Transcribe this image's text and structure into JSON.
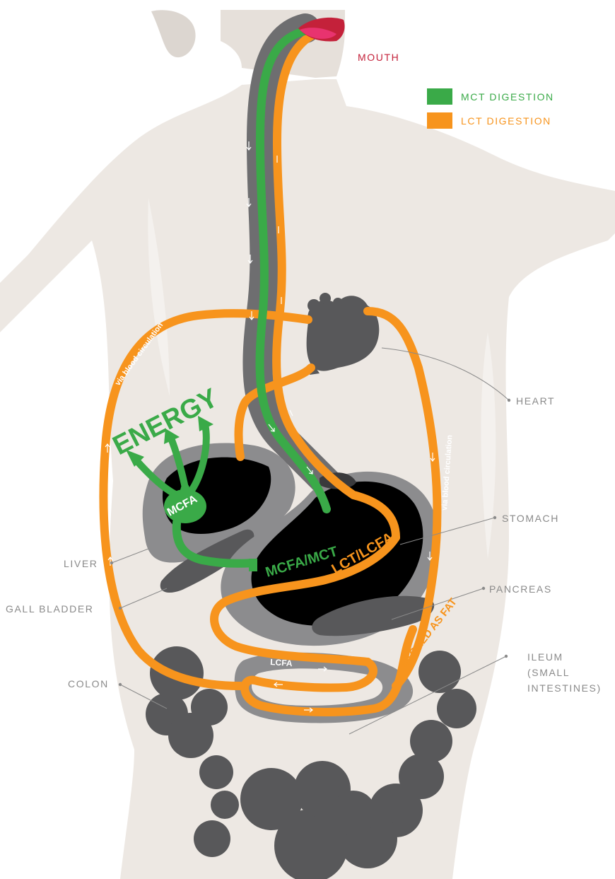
{
  "legend": {
    "items": [
      {
        "label": "MCT DIGESTION",
        "color": "#3aaa48"
      },
      {
        "label": "LCT DIGESTION",
        "color": "#f7941d"
      }
    ]
  },
  "organs": {
    "mouth": "MOUTH",
    "heart": "HEART",
    "stomach": "STOMACH",
    "pancreas": "PANCREAS",
    "liver": "LIVER",
    "gall_bladder": "GALL BLADDER",
    "colon": "COLON",
    "ileum_line1": "ILEUM",
    "ileum_line2": "(SMALL",
    "ileum_line3": "INTESTINES)"
  },
  "path_labels": {
    "energy": "ENERGY",
    "mcfa": "MCFA",
    "mcfa_mct": "MCFA/MCT",
    "lct_lcfa": "LCT/LCFA",
    "lcfa": "LCFA",
    "stored_as_fat": "STORED AS FAT",
    "blood_left": "via blood circulation",
    "blood_right": "via blood circulation"
  },
  "colors": {
    "mct": "#3aaa48",
    "lct": "#f7941d",
    "mouth_label": "#c4213a",
    "body": "#ede8e3",
    "face": "#dcd6d0",
    "organ_dark": "#58585a",
    "organ_black": "#000000",
    "organ_grey": "#8c8c8e",
    "label_grey": "#8a8a8a"
  }
}
